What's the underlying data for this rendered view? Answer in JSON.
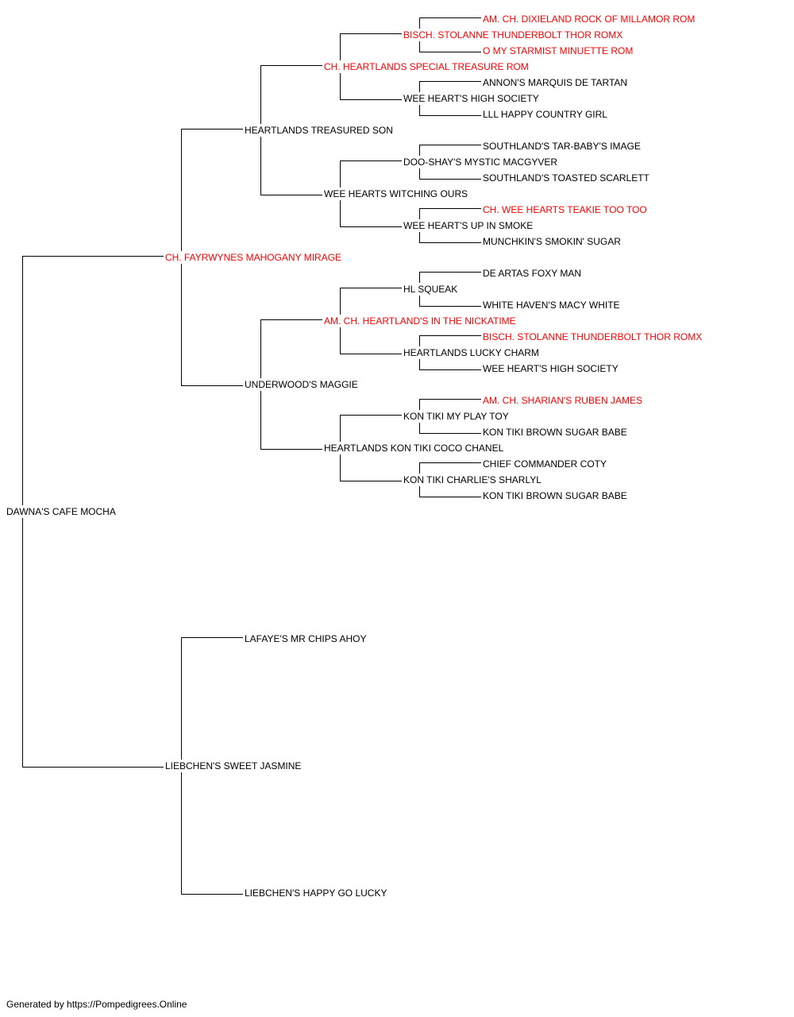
{
  "pedigree": {
    "subject": {
      "name": "DAWNA'S CAFE MOCHA",
      "titled": false
    },
    "sire": {
      "name": "CH. FAYRWYNES MAHOGANY MIRAGE",
      "titled": true
    },
    "dam": {
      "name": "LIEBCHEN'S SWEET JASMINE",
      "titled": false
    },
    "sire_sire": {
      "name": "HEARTLANDS TREASURED SON",
      "titled": false
    },
    "sire_dam": {
      "name": "UNDERWOOD'S MAGGIE",
      "titled": false
    },
    "dam_sire": {
      "name": "LAFAYE'S MR CHIPS AHOY",
      "titled": false
    },
    "dam_dam": {
      "name": "LIEBCHEN'S HAPPY GO LUCKY",
      "titled": false
    },
    "sss": {
      "name": "CH. HEARTLANDS SPECIAL TREASURE ROM",
      "titled": true
    },
    "ssd": {
      "name": "WEE HEARTS WITCHING OURS",
      "titled": false
    },
    "sds": {
      "name": "AM. CH. HEARTLAND'S IN THE NICKATIME",
      "titled": true
    },
    "sdd": {
      "name": "HEARTLANDS KON TIKI COCO CHANEL",
      "titled": false
    },
    "ssss": {
      "name": "BISCH. STOLANNE THUNDERBOLT THOR ROMX",
      "titled": true
    },
    "sssd": {
      "name": "WEE HEART'S HIGH SOCIETY",
      "titled": false
    },
    "ssds": {
      "name": "DOO-SHAY'S MYSTIC MACGYVER",
      "titled": false
    },
    "ssdd": {
      "name": "WEE HEART'S UP IN SMOKE",
      "titled": false
    },
    "sdss": {
      "name": "HL SQUEAK",
      "titled": false
    },
    "sdsd": {
      "name": "HEARTLANDS LUCKY CHARM",
      "titled": false
    },
    "sdds": {
      "name": "KON TIKI MY PLAY TOY",
      "titled": false
    },
    "sddd": {
      "name": "KON TIKI CHARLIE'S SHARLYL",
      "titled": false
    },
    "sssss": {
      "name": "AM. CH. DIXIELAND ROCK OF MILLAMOR ROM",
      "titled": true
    },
    "ssssd": {
      "name": "O MY STARMIST MINUETTE ROM",
      "titled": true
    },
    "sssds": {
      "name": "ANNON'S MARQUIS DE TARTAN",
      "titled": false
    },
    "sssdd": {
      "name": "LLL HAPPY COUNTRY GIRL",
      "titled": false
    },
    "ssdss": {
      "name": "SOUTHLAND'S TAR-BABY'S IMAGE",
      "titled": false
    },
    "ssdsd": {
      "name": "SOUTHLAND'S TOASTED SCARLETT",
      "titled": false
    },
    "ssdds": {
      "name": "CH. WEE HEARTS TEAKIE TOO TOO",
      "titled": true
    },
    "ssddd": {
      "name": "MUNCHKIN'S SMOKIN' SUGAR",
      "titled": false
    },
    "sdsss": {
      "name": "DE ARTAS FOXY MAN",
      "titled": false
    },
    "sdssd": {
      "name": "WHITE HAVEN'S MACY WHITE",
      "titled": false
    },
    "sdsds": {
      "name": "BISCH. STOLANNE THUNDERBOLT THOR ROMX",
      "titled": true
    },
    "sdsdd": {
      "name": "WEE HEART'S HIGH SOCIETY",
      "titled": false
    },
    "sddss": {
      "name": "AM. CH. SHARIAN'S RUBEN JAMES",
      "titled": true
    },
    "sddsd": {
      "name": "KON TIKI BROWN SUGAR BABE",
      "titled": false
    },
    "sddds": {
      "name": "CHIEF COMMANDER COTY",
      "titled": false
    },
    "sdddd": {
      "name": "KON TIKI BROWN SUGAR BABE",
      "titled": false
    }
  },
  "footer": "Generated by https://Pompedigrees.Online",
  "colors": {
    "title_name": "#ff0000",
    "plain_name": "#000000",
    "connector": "#000000"
  }
}
